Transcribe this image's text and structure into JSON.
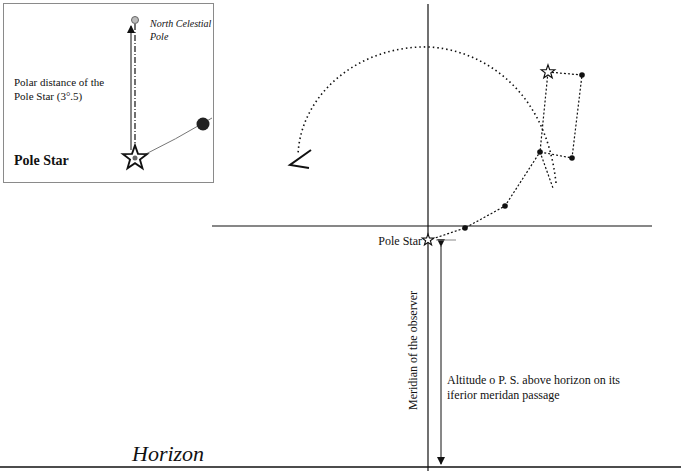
{
  "diagram": {
    "nodes": [
      {
        "text": [
          "North Celestial Pole",
          "Polar distance of the Pole Star (3°.5)",
          "Pole Star"
        ]
      }
    ],
    "labels": [
      "Pole Star",
      "Altitude o P. S. above horizon on its iferior meridan passage",
      "Meridian of the observer",
      "Horizon"
    ]
  }
}
